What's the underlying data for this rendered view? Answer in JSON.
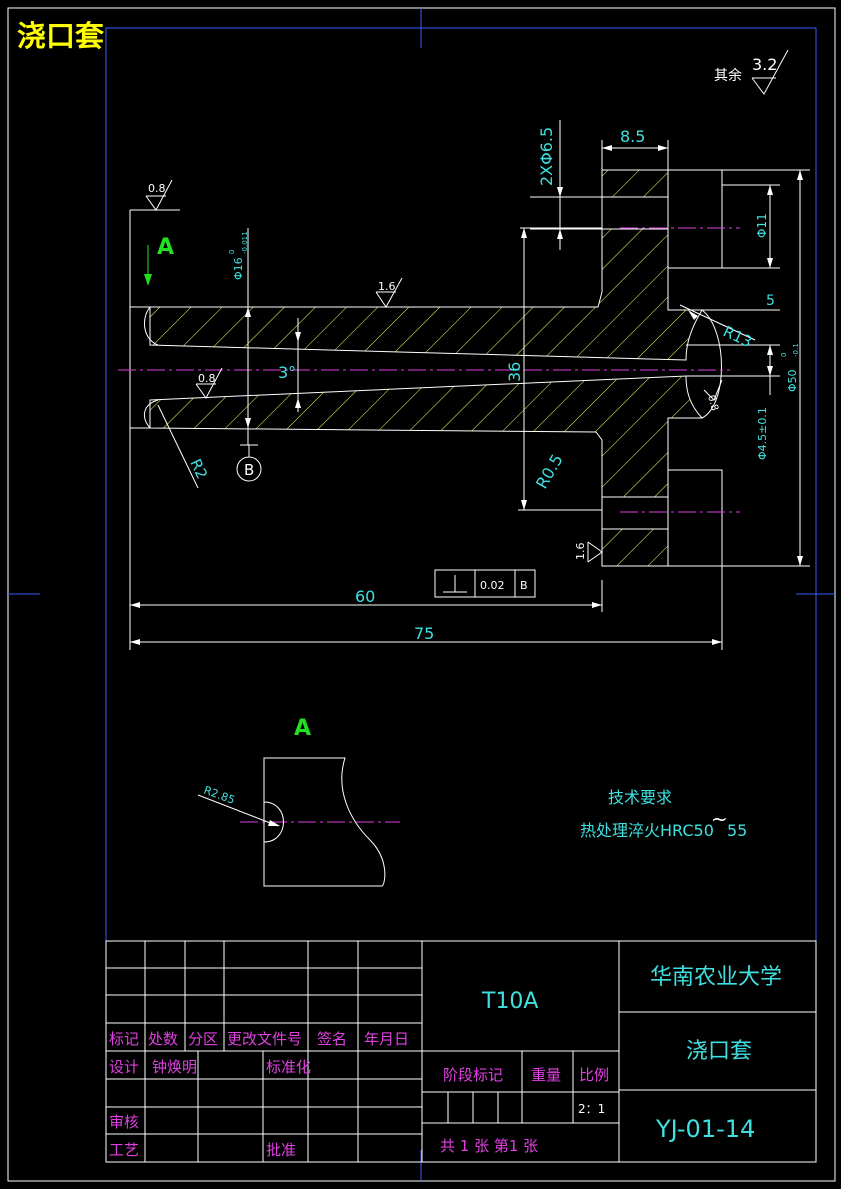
{
  "title": "浇口套",
  "roughness_other": {
    "label": "其余",
    "value": "3.2"
  },
  "dimensions": {
    "holes": "2XΦ6.5",
    "width_8_5": "8.5",
    "dia_11": "Φ11",
    "dia_16": "Φ16",
    "dia_16_tol_upper": "0",
    "dia_16_tol_lower": "-0.011",
    "dim_5": "5",
    "r13": "R13",
    "dia_50": "Φ50",
    "dia_50_tol_upper": "0",
    "dia_50_tol_lower": "-0.1",
    "dia_4_5": "Φ4.5±0.1",
    "dim_36": "36",
    "angle": "3°",
    "r0_5": "R0.5",
    "r2": "R2",
    "len_60": "60",
    "len_75": "75",
    "r2_85": "R2.85"
  },
  "roughness": {
    "r08_top": "0.8",
    "r16": "1.6",
    "r08_bore": "0.8",
    "r08_right": "0.8",
    "r16_low": "1.6"
  },
  "datum": {
    "label": "B",
    "tolerance_value": "0.02",
    "tolerance_ref": "B"
  },
  "views": {
    "arrow_label": "A",
    "section_label": "A"
  },
  "tech_requirements": {
    "heading": "技术要求",
    "line1": "热处理淬火HRC50",
    "tilde": "~",
    "line2": "55"
  },
  "title_block": {
    "headers": [
      "标记",
      "处数",
      "分区",
      "更改文件号",
      "签名",
      "年月日"
    ],
    "design_label": "设计",
    "designer": "钟焕明",
    "standardize_label": "标准化",
    "review_label": "审核",
    "process_label": "工艺",
    "approve_label": "批准",
    "material": "T10A",
    "stage_label": "阶段标记",
    "weight_label": "重量",
    "scale_label": "比例",
    "scale": "2：1",
    "sheets": "共 1  张  第1 张",
    "school": "华南农业大学",
    "part_name": "浇口套",
    "drawing_no": "YJ-01-14"
  }
}
